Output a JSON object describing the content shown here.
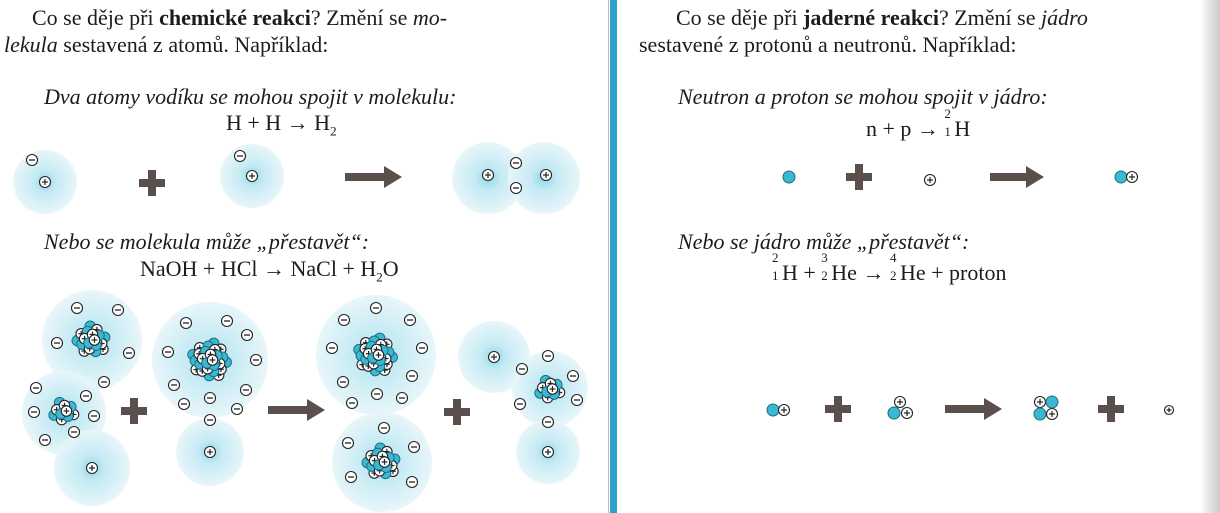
{
  "left": {
    "intro_part1": "Co se děje při ",
    "intro_bold": "chemické reakci",
    "intro_part2": "? Změní se ",
    "intro_italic1": "mo-",
    "intro_italic2": "lekula",
    "intro_part3": " sestavená z atomů. Například:",
    "caption1": "Dva atomy vodíku se mohou spojit v molekulu:",
    "eq1_lhs": "H + H → H",
    "eq1_sub": "2",
    "caption2": "Nebo se molekula může „přestavět“:",
    "eq2_a": "NaOH + HCl → NaCl + H",
    "eq2_sub": "2",
    "eq2_b": "O"
  },
  "right": {
    "intro_part1": "Co se děje při ",
    "intro_bold": "jaderné reakci",
    "intro_part2": "? Změní se ",
    "intro_italic1": "jádro",
    "intro_part3": "sestavené z protonů a neutronů. Například:",
    "caption1": "Neutron a proton se mohou spojit v jádro:",
    "eq1_lhs": "n + p → ",
    "eq1_mass": "2",
    "eq1_atomic": "1",
    "eq1_symbol": "H",
    "caption2": "Nebo se jádro může „přestavět“:",
    "eq2_m1": "2",
    "eq2_z1": "1",
    "eq2_s1": "H + ",
    "eq2_m2": "3",
    "eq2_z2": "2",
    "eq2_s2": "He → ",
    "eq2_m3": "4",
    "eq2_z3": "2",
    "eq2_s3": "He + proton"
  },
  "colors": {
    "accent": "#2aa2c8",
    "nucleus": "#3bb8d2",
    "cloud": "#cfeef5",
    "arrow": "#5a4f4a"
  },
  "signs": {
    "electron": "⊖",
    "proton": "⊕"
  }
}
